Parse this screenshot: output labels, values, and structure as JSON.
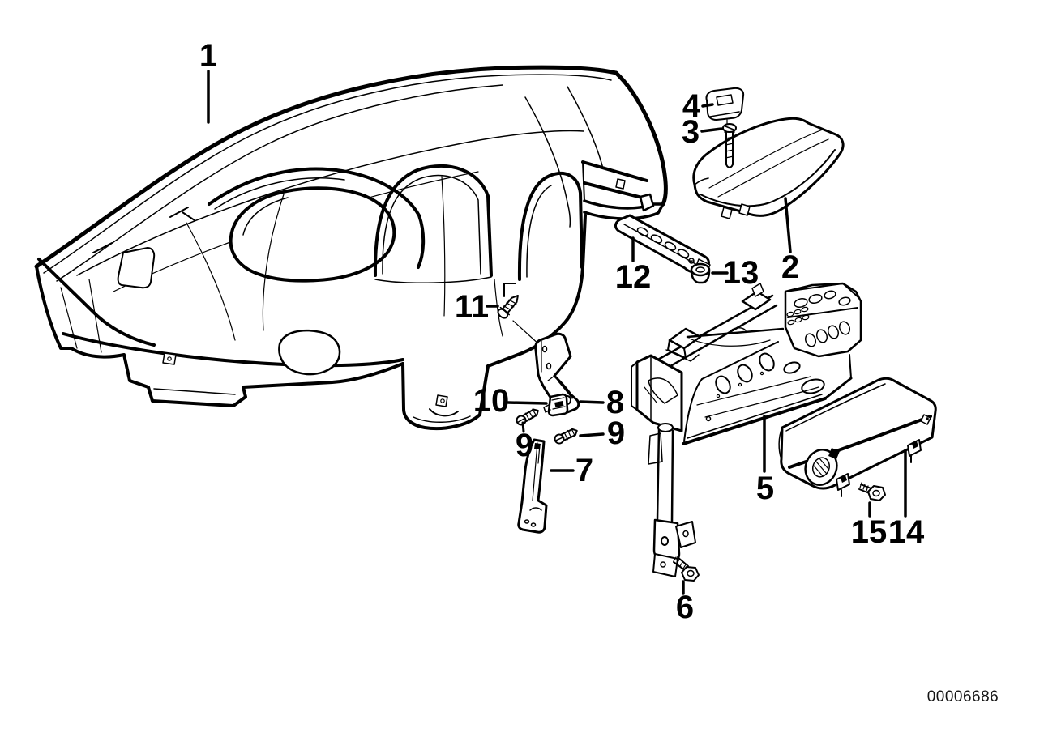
{
  "diagram": {
    "drawing_number": "00006686",
    "line_color": "#000000",
    "background_color": "#ffffff",
    "callouts": [
      {
        "label": "1"
      },
      {
        "label": "2"
      },
      {
        "label": "3"
      },
      {
        "label": "4"
      },
      {
        "label": "5"
      },
      {
        "label": "6"
      },
      {
        "label": "7"
      },
      {
        "label": "8"
      },
      {
        "label": "9"
      },
      {
        "label": "9"
      },
      {
        "label": "10"
      },
      {
        "label": "11"
      },
      {
        "label": "12"
      },
      {
        "label": "13"
      },
      {
        "label": "14"
      },
      {
        "label": "15"
      }
    ]
  }
}
